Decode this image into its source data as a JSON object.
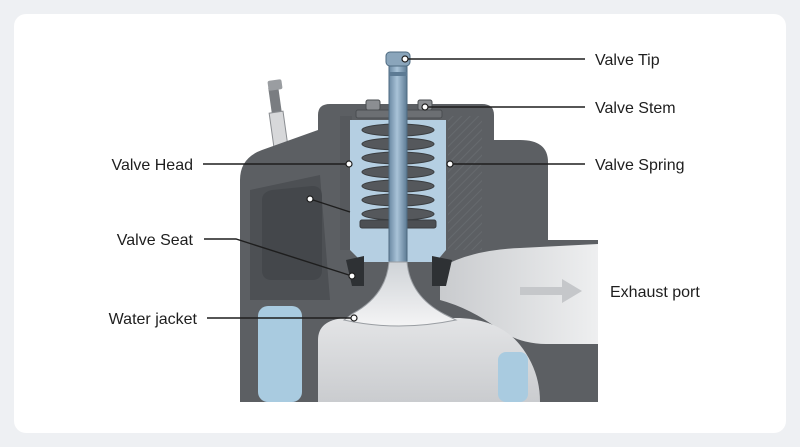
{
  "labels": {
    "valve_tip": "Valve Tip",
    "valve_stem": "Valve Stem",
    "valve_head": "Valve Head",
    "valve_spring": "Valve Spring",
    "valve_seat": "Valve Seat",
    "water_jacket": "Water jacket",
    "exhaust_port": "Exhaust port"
  },
  "colors": {
    "background": "#eef0f3",
    "card": "#ffffff",
    "head_casting": "#5c5f63",
    "casting_dark": "#3f4246",
    "chamber": "#d9dadc",
    "coolant": "#a9cbe0",
    "spring": "#55585c",
    "valve_steel": "#7f9db6",
    "valve_face": "#e3e4e6"
  }
}
